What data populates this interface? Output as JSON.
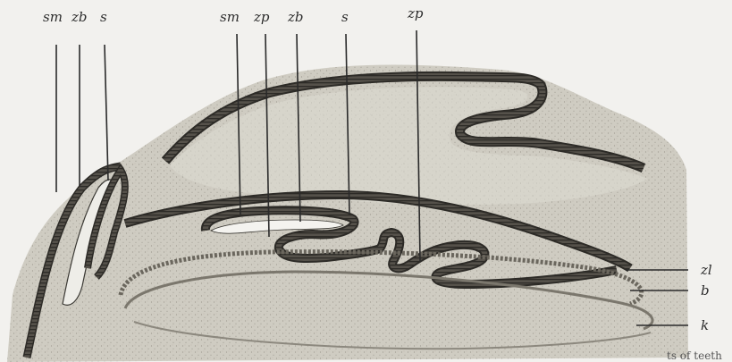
{
  "figure": {
    "top_labels": [
      "sm",
      "zb",
      "s",
      "sm",
      "zp",
      "zb",
      "s",
      "zp"
    ],
    "side_labels": [
      "zl",
      "b",
      "k"
    ],
    "caption_fragment": "ts of teeth"
  },
  "colors": {
    "background": "#f2f1ee",
    "tissue": "#cfccc2",
    "stipple": "#9d9a90",
    "epithelium": "#3f3c37",
    "lumen": "#e8e6df"
  }
}
